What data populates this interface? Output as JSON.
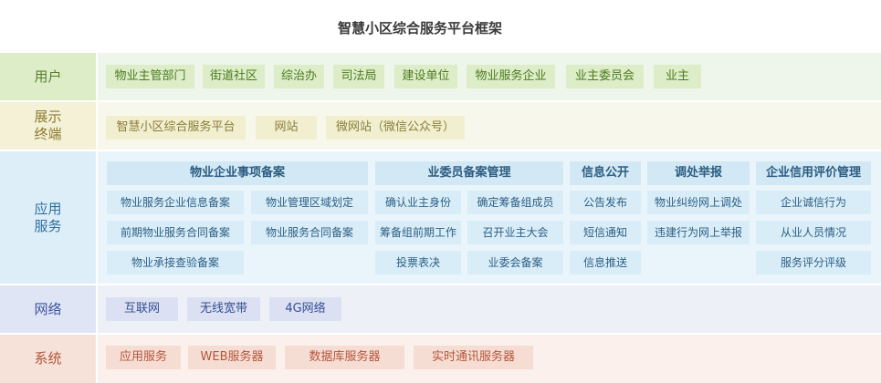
{
  "title": "智慧小区综合服务平台框架",
  "rows": {
    "user": {
      "label": "用户",
      "items": [
        "物业主管部门",
        "街道社区",
        "综治办",
        "司法局",
        "建设单位",
        "物业服务企业",
        "业主委员会",
        "业主"
      ]
    },
    "show": {
      "label_line1": "展示",
      "label_line2": "终端",
      "items": [
        "智慧小区综合服务平台",
        "网站",
        "微网站（微信公众号）"
      ]
    },
    "app": {
      "label_line1": "应用",
      "label_line2": "服务",
      "groups": [
        {
          "head": "物业企业事项备案",
          "items": [
            "物业服务企业信息备案",
            "物业管理区域划定",
            "前期物业服务合同备案",
            "物业服务合同备案",
            "物业承接查验备案"
          ]
        },
        {
          "head": "业委员备案管理",
          "items": [
            "确认业主身份",
            "确定筹备组成员",
            "筹备组前期工作",
            "召开业主大会",
            "投票表决",
            "业委会备案"
          ]
        },
        {
          "head": "信息公开",
          "items": [
            "公告发布",
            "短信通知",
            "信息推送"
          ]
        },
        {
          "head": "调处举报",
          "items": [
            "物业纠纷网上调处",
            "违建行为网上举报"
          ]
        },
        {
          "head": "企业信用评价管理",
          "items": [
            "企业诚信行为",
            "从业人员情况",
            "服务评分评级"
          ]
        }
      ]
    },
    "net": {
      "label": "网络",
      "items": [
        "互联网",
        "无线宽带",
        "4G网络"
      ]
    },
    "sys": {
      "label": "系统",
      "items": [
        "应用服务",
        "WEB服务器",
        "数据库服务器",
        "实时通讯服务器"
      ]
    }
  }
}
